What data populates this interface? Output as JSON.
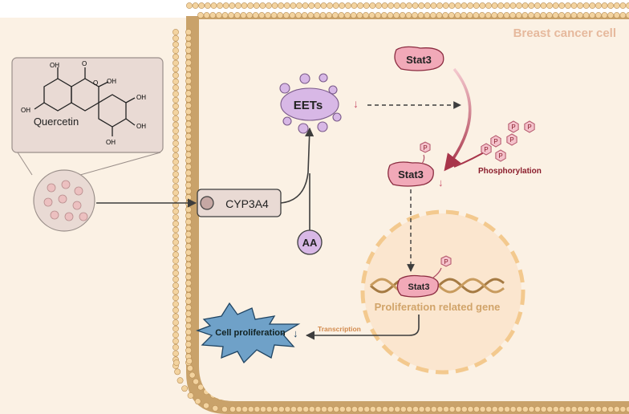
{
  "cell": {
    "label": "Breast cancer cell"
  },
  "quercetin": {
    "name": "Quercetin",
    "oh_label": "OH",
    "o_label": "O"
  },
  "enzyme": {
    "label": "CYP3A4"
  },
  "aa": {
    "label": "AA"
  },
  "eets": {
    "label": "EETs",
    "trend": "↓"
  },
  "stat3": {
    "label": "Stat3"
  },
  "phospho": {
    "label": "Phosphorylation",
    "p_label": "P"
  },
  "gene": {
    "label": "Proliferation related gene"
  },
  "transcription": {
    "label": "Transcription"
  },
  "proliferation": {
    "label": "Cell proliferation",
    "trend": "↓"
  },
  "colors": {
    "background": "#fbf1e4",
    "membrane": "#e8c38a",
    "nucleus": "#f3c98e",
    "stat3_fill": "#f1a9b8",
    "eets_fill": "#d8b8e6",
    "cell_label": "#e6b99d",
    "phospho_text": "#8b1d2c",
    "proliferation_fill": "#6fa1c8"
  }
}
